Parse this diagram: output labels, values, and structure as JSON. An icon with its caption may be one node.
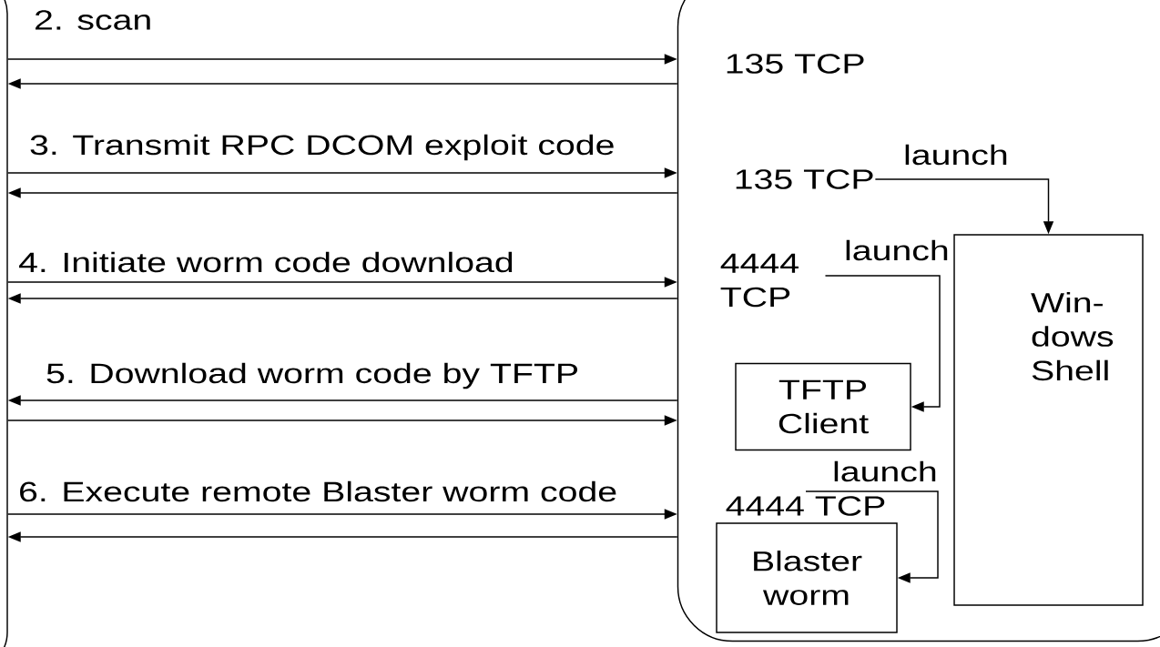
{
  "diagram": {
    "nodes": [
      {
        "text": [],
        "shape": "box"
      },
      {
        "text": [],
        "shape": "box"
      },
      {
        "text": [
          "135 TCP"
        ],
        "in": 1
      },
      {
        "text": [
          "135 TCP"
        ],
        "in": 1
      },
      {
        "text": [
          "4444 TCP"
        ],
        "in": 1
      },
      {
        "text": [
          "Win- dows Shell"
        ],
        "in": 1
      },
      {
        "text": [
          "TFTP Client"
        ],
        "in": 1
      },
      {
        "text": [
          "4444 TCP"
        ],
        "in": 1
      },
      {
        "text": [
          "Blaster worm"
        ],
        "in": 1
      }
    ],
    "edges": [
      {
        "from": 0,
        "to": 1,
        "arrow": "to",
        "label": "2. scan"
      },
      {
        "from": 1,
        "to": 0,
        "arrow": "to"
      },
      {
        "from": 0,
        "to": 1,
        "arrow": "to",
        "label": "3. Transmit RPC DCOM exploit code"
      },
      {
        "from": 1,
        "to": 0,
        "arrow": "to"
      },
      {
        "from": 0,
        "to": 1,
        "arrow": "to",
        "label": "4. Initiate worm code download"
      },
      {
        "from": 1,
        "to": 0,
        "arrow": "to"
      },
      {
        "from": 1,
        "to": 0,
        "arrow": "to",
        "label": "5. Download worm code by TFTP"
      },
      {
        "from": 0,
        "to": 1,
        "arrow": "to"
      },
      {
        "from": 0,
        "to": 1,
        "arrow": "to",
        "label": "6. Execute remote Blaster worm code"
      },
      {
        "from": 1,
        "to": 0,
        "arrow": "to"
      },
      {
        "from": 3,
        "to": 5,
        "arrow": "to",
        "label": "launch"
      },
      {
        "from": 4,
        "to": 6,
        "arrow": "to",
        "label": "launch"
      },
      {
        "from": 7,
        "to": 8,
        "arrow": "to",
        "label": "launch"
      }
    ]
  }
}
